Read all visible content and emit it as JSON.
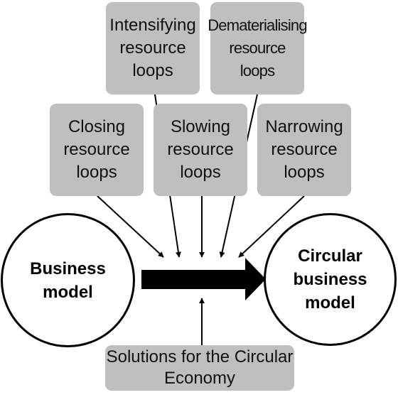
{
  "boxes": {
    "intensifying": "Intensifying\nresource\nloops",
    "dematerialising": "Dematerialising\nresource\nloops",
    "closing": "Closing\nresource\nloops",
    "slowing": "Slowing\nresource\nloops",
    "narrowing": "Narrowing\nresource\nloops",
    "solutions": "Solutions for the Circular\nEconomy"
  },
  "circles": {
    "business_model": "Business\nmodel",
    "circular_business_model": "Circular\nbusiness\nmodel"
  },
  "colors": {
    "box_fill": "#bfbfbf",
    "stroke": "#000000"
  }
}
